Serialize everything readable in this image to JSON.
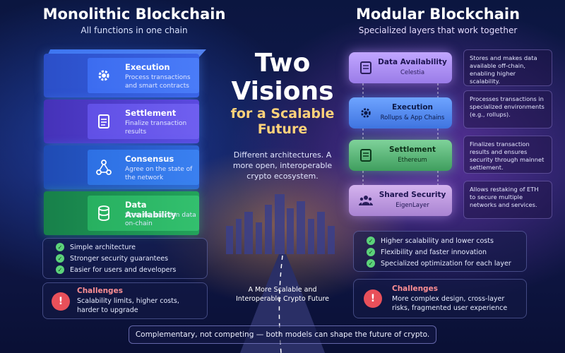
{
  "left": {
    "title": "Monolithic Blockchain",
    "subtitle": "All functions in one chain",
    "layers": [
      {
        "label": "Execution",
        "desc": "Process transactions and smart contracts",
        "icon": "gear-icon",
        "color": "#3a63e6"
      },
      {
        "label": "Settlement",
        "desc": "Finalize transaction results",
        "icon": "document-icon",
        "color": "#5b4ae0"
      },
      {
        "label": "Consensus",
        "desc": "Agree on the state of the network",
        "icon": "network-icon",
        "color": "#2f66d8"
      },
      {
        "label": "Data Availability",
        "desc": "Store transaction data on-chain",
        "icon": "database-icon",
        "color": "#23a35a"
      }
    ],
    "pros": [
      "Simple architecture",
      "Stronger security guarantees",
      "Easier for users and developers"
    ],
    "challenges_title": "Challenges",
    "challenges_desc": "Scalability limits, higher costs, harder to upgrade"
  },
  "center": {
    "line1": "Two",
    "line2": "Visions",
    "line3": "for a Scalable",
    "line4": "Future",
    "desc": "Different architectures. A more open, interoperable crypto ecosystem.",
    "foot": "A More Scalable and Interoperable Crypto Future"
  },
  "right": {
    "title": "Modular Blockchain",
    "subtitle": "Specialized layers that work together",
    "layers": [
      {
        "label": "Data Availability",
        "sub": "Celestia",
        "icon": "document-icon",
        "color": "#a98cf0",
        "side": "Stores and makes data available off-chain, enabling higher scalability."
      },
      {
        "label": "Execution",
        "sub": "Rollups & App Chains",
        "icon": "gear-icon",
        "color": "#4f88ea",
        "side": "Processes transactions in specialized environments (e.g., rollups)."
      },
      {
        "label": "Settlement",
        "sub": "Ethereum",
        "icon": "document-icon",
        "color": "#4fae6a",
        "side": "Finalizes transaction results and ensures security through mainnet settlement."
      },
      {
        "label": "Shared Security",
        "sub": "EigenLayer",
        "icon": "people-icon",
        "color": "#b58ed8",
        "side": "Allows restaking of ETH to secure multiple networks and services."
      }
    ],
    "pros": [
      "Higher scalability and lower costs",
      "Flexibility and faster innovation",
      "Specialized optimization for each layer"
    ],
    "challenges_title": "Challenges",
    "challenges_desc": "More complex design, cross-layer risks, fragmented user experience"
  },
  "footer": "Complementary, not competing — both models can shape the future of crypto."
}
